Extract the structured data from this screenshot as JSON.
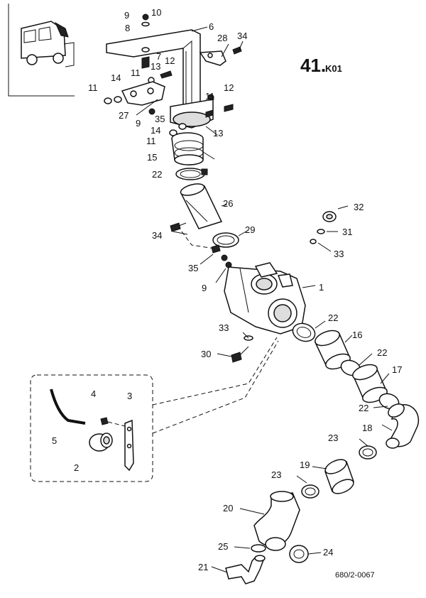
{
  "diagram": {
    "title": "41.",
    "title_suffix": "K01",
    "drawing_code": "680/2-0067",
    "callouts": {
      "c1": "1",
      "c2": "2",
      "c3": "3",
      "c4": "4",
      "c5": "5",
      "c6": "6",
      "c7": "7",
      "c8": "8",
      "c9a": "9",
      "c9b": "9",
      "c9c": "9",
      "c10": "10",
      "c11a": "11",
      "c11b": "11",
      "c11c": "11",
      "c11d": "11",
      "c12a": "12",
      "c12b": "12",
      "c13a": "13",
      "c13b": "13",
      "c14a": "14",
      "c14b": "14",
      "c15": "15",
      "c16": "16",
      "c17": "17",
      "c18": "18",
      "c19": "19",
      "c20": "20",
      "c21": "21",
      "c22a": "22",
      "c22b": "22",
      "c22c": "22",
      "c22d": "22",
      "c23a": "23",
      "c23b": "23",
      "c24": "24",
      "c25": "25",
      "c26": "26",
      "c27": "27",
      "c28": "28",
      "c29": "29",
      "c30": "30",
      "c31": "31",
      "c32": "32",
      "c33a": "33",
      "c33b": "33",
      "c34a": "34",
      "c34b": "34",
      "c35a": "35",
      "c35b": "35"
    }
  }
}
